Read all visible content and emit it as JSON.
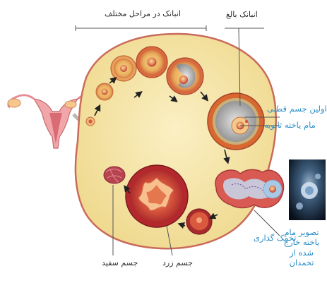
{
  "labels": {
    "follicles_in_stages": "انبانک در مراحل مختلف",
    "mature_follicle": "انبانک بالغ",
    "first_polar_body": "اولین جسم قطبی",
    "secondary_oocyte": "مام یاخته ثانویه",
    "ovulation": "تخمک گذاری",
    "oocyte_photo": "تصویر مام یاخته خارج شده از تخمدان",
    "corpus_luteum": "جسم زرد",
    "corpus_albicans": "جسم سفید"
  },
  "colors": {
    "ovary_fill": "#f3e2a0",
    "ovary_border": "#c96b5a",
    "follicle_ring": "#e6a35c",
    "follicle_core": "#d45a4a",
    "corpus_luteum": "#c8413a",
    "label_blue": "#2a8fc8",
    "label_dark": "#2b2b2b"
  }
}
